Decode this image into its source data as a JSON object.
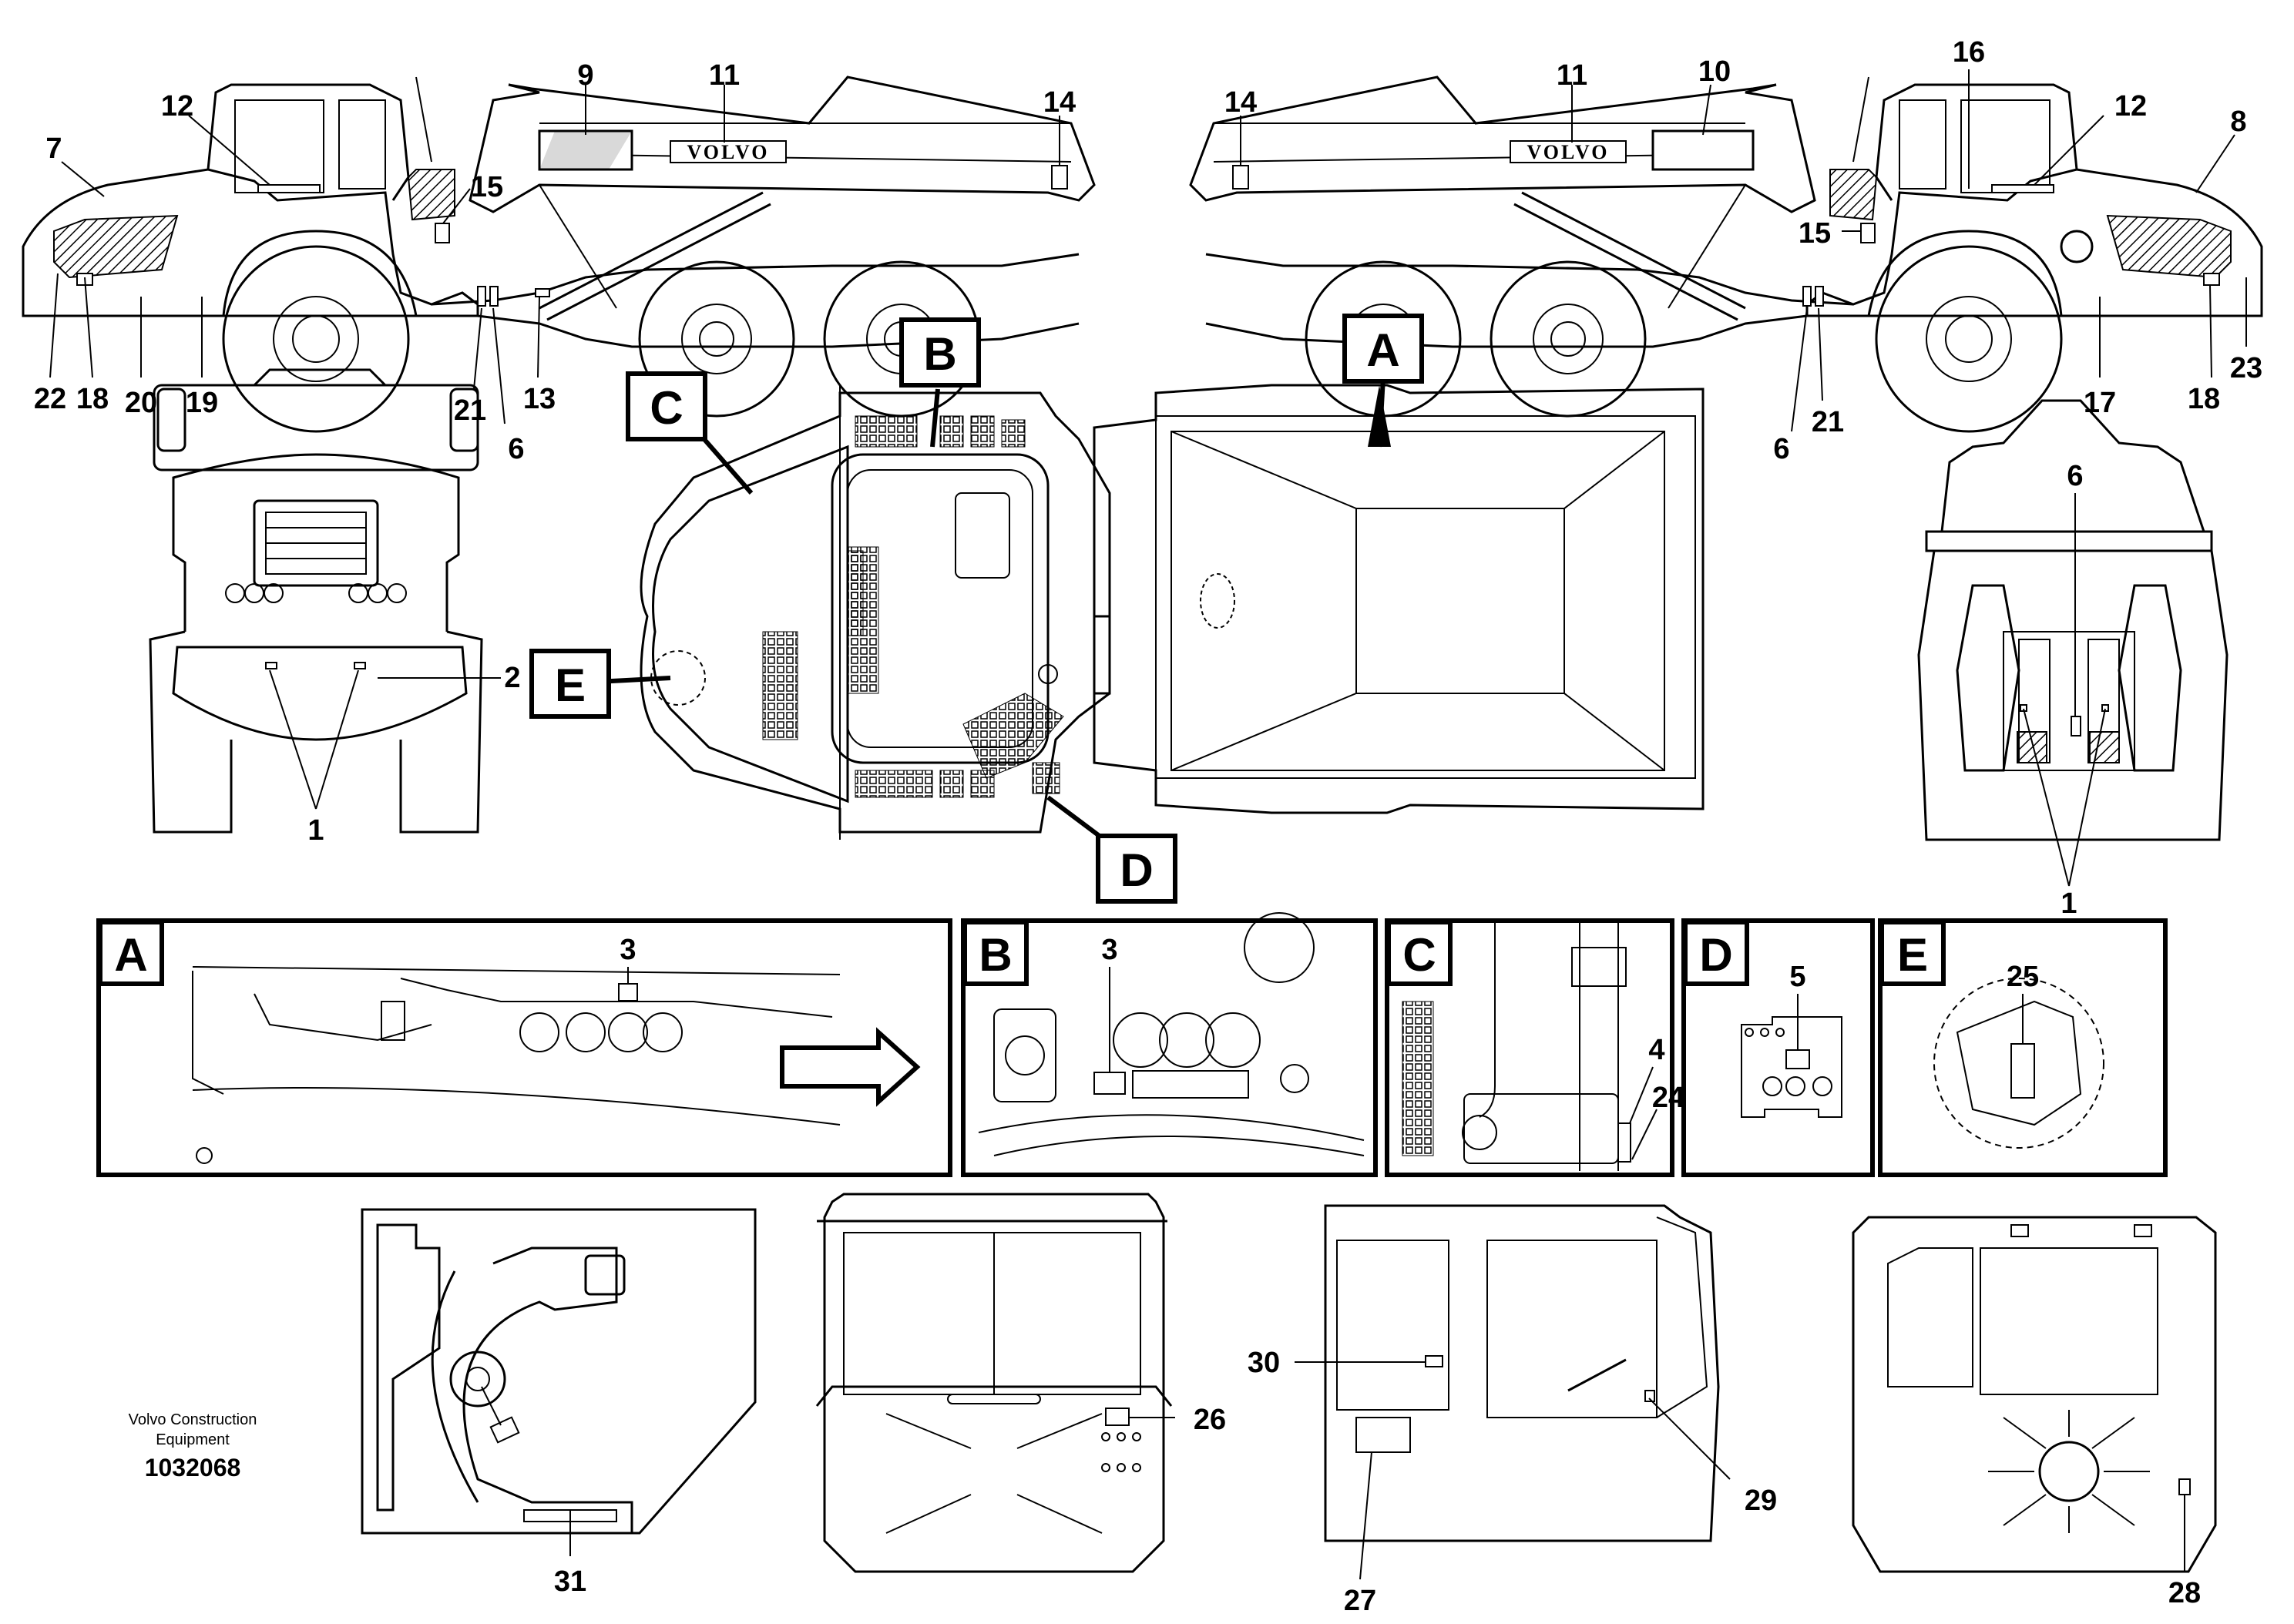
{
  "drawing": {
    "caption_line1": "Volvo Construction",
    "caption_line2": "Equipment",
    "drawing_number": "1032068",
    "logo_text": "VOLVO",
    "accent_color": "#000000"
  },
  "view_letters": [
    "A",
    "B",
    "C",
    "D",
    "E"
  ],
  "detail_panels": [
    {
      "letter": "A",
      "callouts": [
        "3"
      ]
    },
    {
      "letter": "B",
      "callouts": [
        "3"
      ]
    },
    {
      "letter": "C",
      "callouts": [
        "4",
        "24"
      ]
    },
    {
      "letter": "D",
      "callouts": [
        "5"
      ]
    },
    {
      "letter": "E",
      "callouts": [
        "25"
      ]
    }
  ],
  "callouts": {
    "left_side_view": [
      "7",
      "12",
      "9",
      "11",
      "14",
      "15",
      "22",
      "18",
      "20",
      "19",
      "21",
      "6",
      "13"
    ],
    "right_side_view": [
      "14",
      "11",
      "10",
      "16",
      "12",
      "8",
      "15",
      "6",
      "21",
      "18",
      "23",
      "17"
    ],
    "front_view": [
      "2",
      "1"
    ],
    "rear_view": [
      "6",
      "1"
    ],
    "cab_views": [
      "31",
      "26",
      "30",
      "27",
      "29",
      "28"
    ]
  }
}
